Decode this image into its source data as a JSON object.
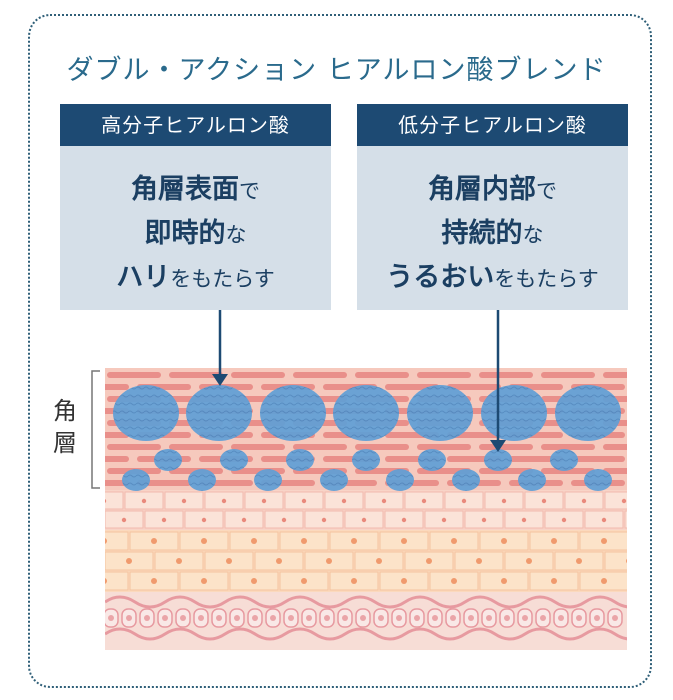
{
  "title": "ダブル・アクション ヒアルロン酸ブレンド",
  "left_card": {
    "header": "高分子ヒアルロン酸",
    "line1_bold": "角層表面",
    "line1_small": "で",
    "line2_bold": "即時的",
    "line2_small": "な",
    "line3_bold": "ハリ",
    "line3_small": "をもたらす"
  },
  "right_card": {
    "header": "低分子ヒアルロン酸",
    "line1_bold": "角層内部",
    "line1_small": "で",
    "line2_bold": "持続的",
    "line2_small": "な",
    "line3_bold": "うるおい",
    "line3_small": "をもたらす"
  },
  "layer_label": "角層",
  "colors": {
    "header_bg": "#1d4a73",
    "card_bg": "#d5dfe8",
    "title_text": "#2a6a8c",
    "molecule": "#5f9fd6",
    "skin_pink": "#f2b9ae"
  }
}
